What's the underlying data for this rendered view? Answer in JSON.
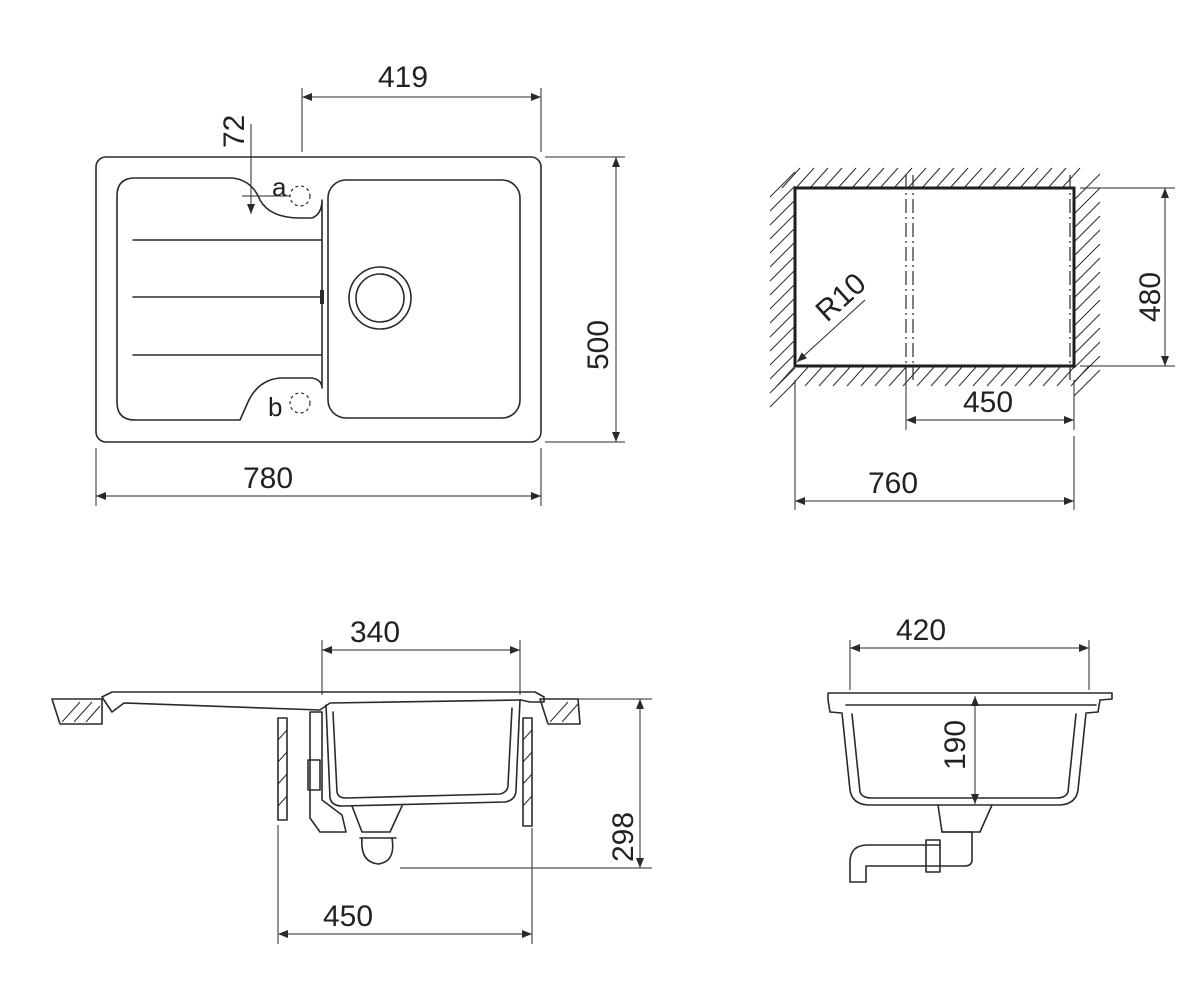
{
  "dimensions": {
    "top_view": {
      "width": "780",
      "depth": "500",
      "bowl_offset": "419",
      "hole_offset": "72",
      "hole_a": "a",
      "hole_b": "b"
    },
    "cutout": {
      "radius": "R10",
      "height": "480",
      "bowl_width": "450",
      "total_width": "760"
    },
    "side_view": {
      "bowl_width": "340",
      "height": "298",
      "cabinet_width": "450"
    },
    "end_view": {
      "width": "420",
      "depth": "190"
    }
  }
}
